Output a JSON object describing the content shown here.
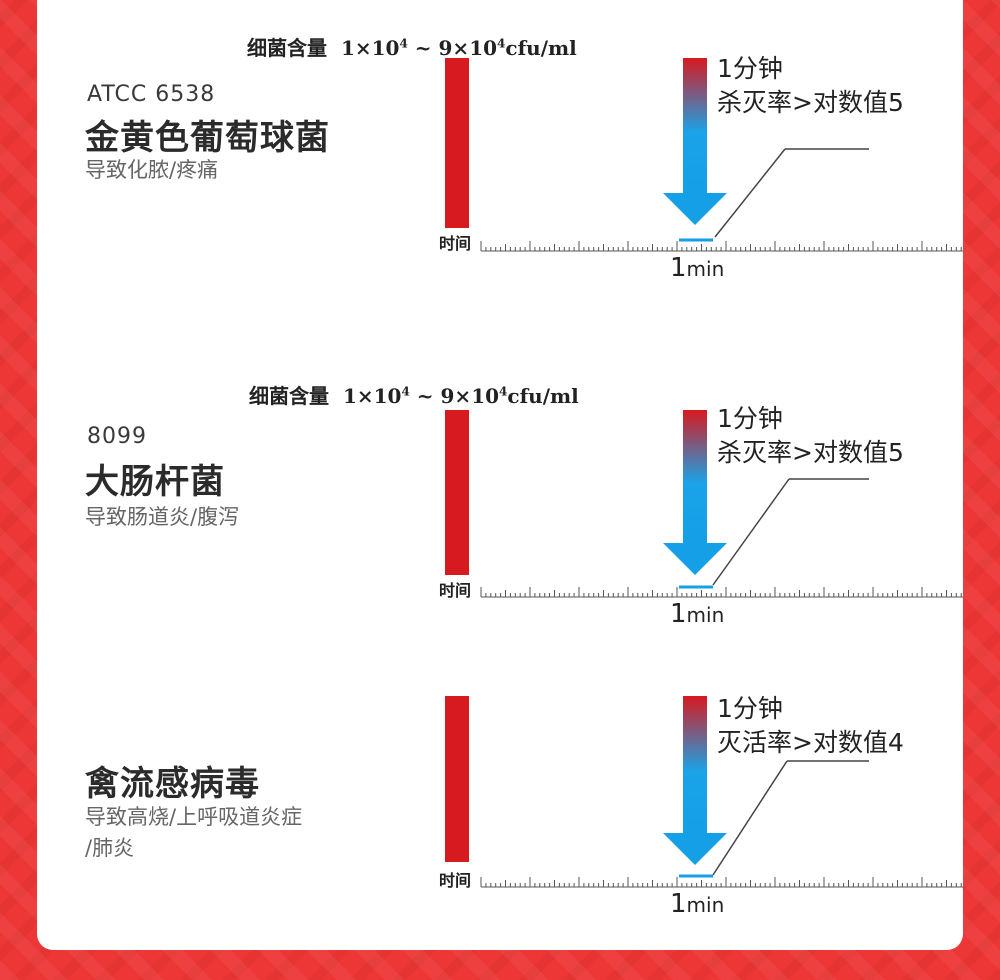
{
  "colors": {
    "background": "#ed3636",
    "panel": "#ffffff",
    "bar_red": "#d71920",
    "arrow_blue": "#149fe6",
    "text_dark": "#222222",
    "text_muted": "#666666"
  },
  "sections": [
    {
      "concentration": {
        "label": "细菌含量",
        "range_start_base": "1×10",
        "range_start_exp": "4",
        "range_sep": "~",
        "range_end_base": "9×10",
        "range_end_exp": "4",
        "unit": "cfu/ml"
      },
      "strain": "ATCC 6538",
      "name": "金黄色葡萄球菌",
      "effect": "导致化脓/疼痛",
      "callout_line1": "1分钟",
      "callout_line2": "杀灭率>对数值5",
      "time_label": "时间",
      "time_mark_num": "1",
      "time_mark_unit": "min"
    },
    {
      "concentration": {
        "label": "细菌含量",
        "range_start_base": "1×10",
        "range_start_exp": "4",
        "range_sep": "~",
        "range_end_base": "9×10",
        "range_end_exp": "4",
        "unit": "cfu/ml"
      },
      "strain": "8099",
      "name": "大肠杆菌",
      "effect": "导致肠道炎/腹泻",
      "callout_line1": "1分钟",
      "callout_line2": "杀灭率>对数值5",
      "time_label": "时间",
      "time_mark_num": "1",
      "time_mark_unit": "min"
    },
    {
      "name": "禽流感病毒",
      "effect": "导致高烧/上呼吸道炎症\n/肺炎",
      "callout_line1": "1分钟",
      "callout_line2": "灭活率>对数值4",
      "time_label": "时间",
      "time_mark_num": "1",
      "time_mark_unit": "min"
    }
  ]
}
